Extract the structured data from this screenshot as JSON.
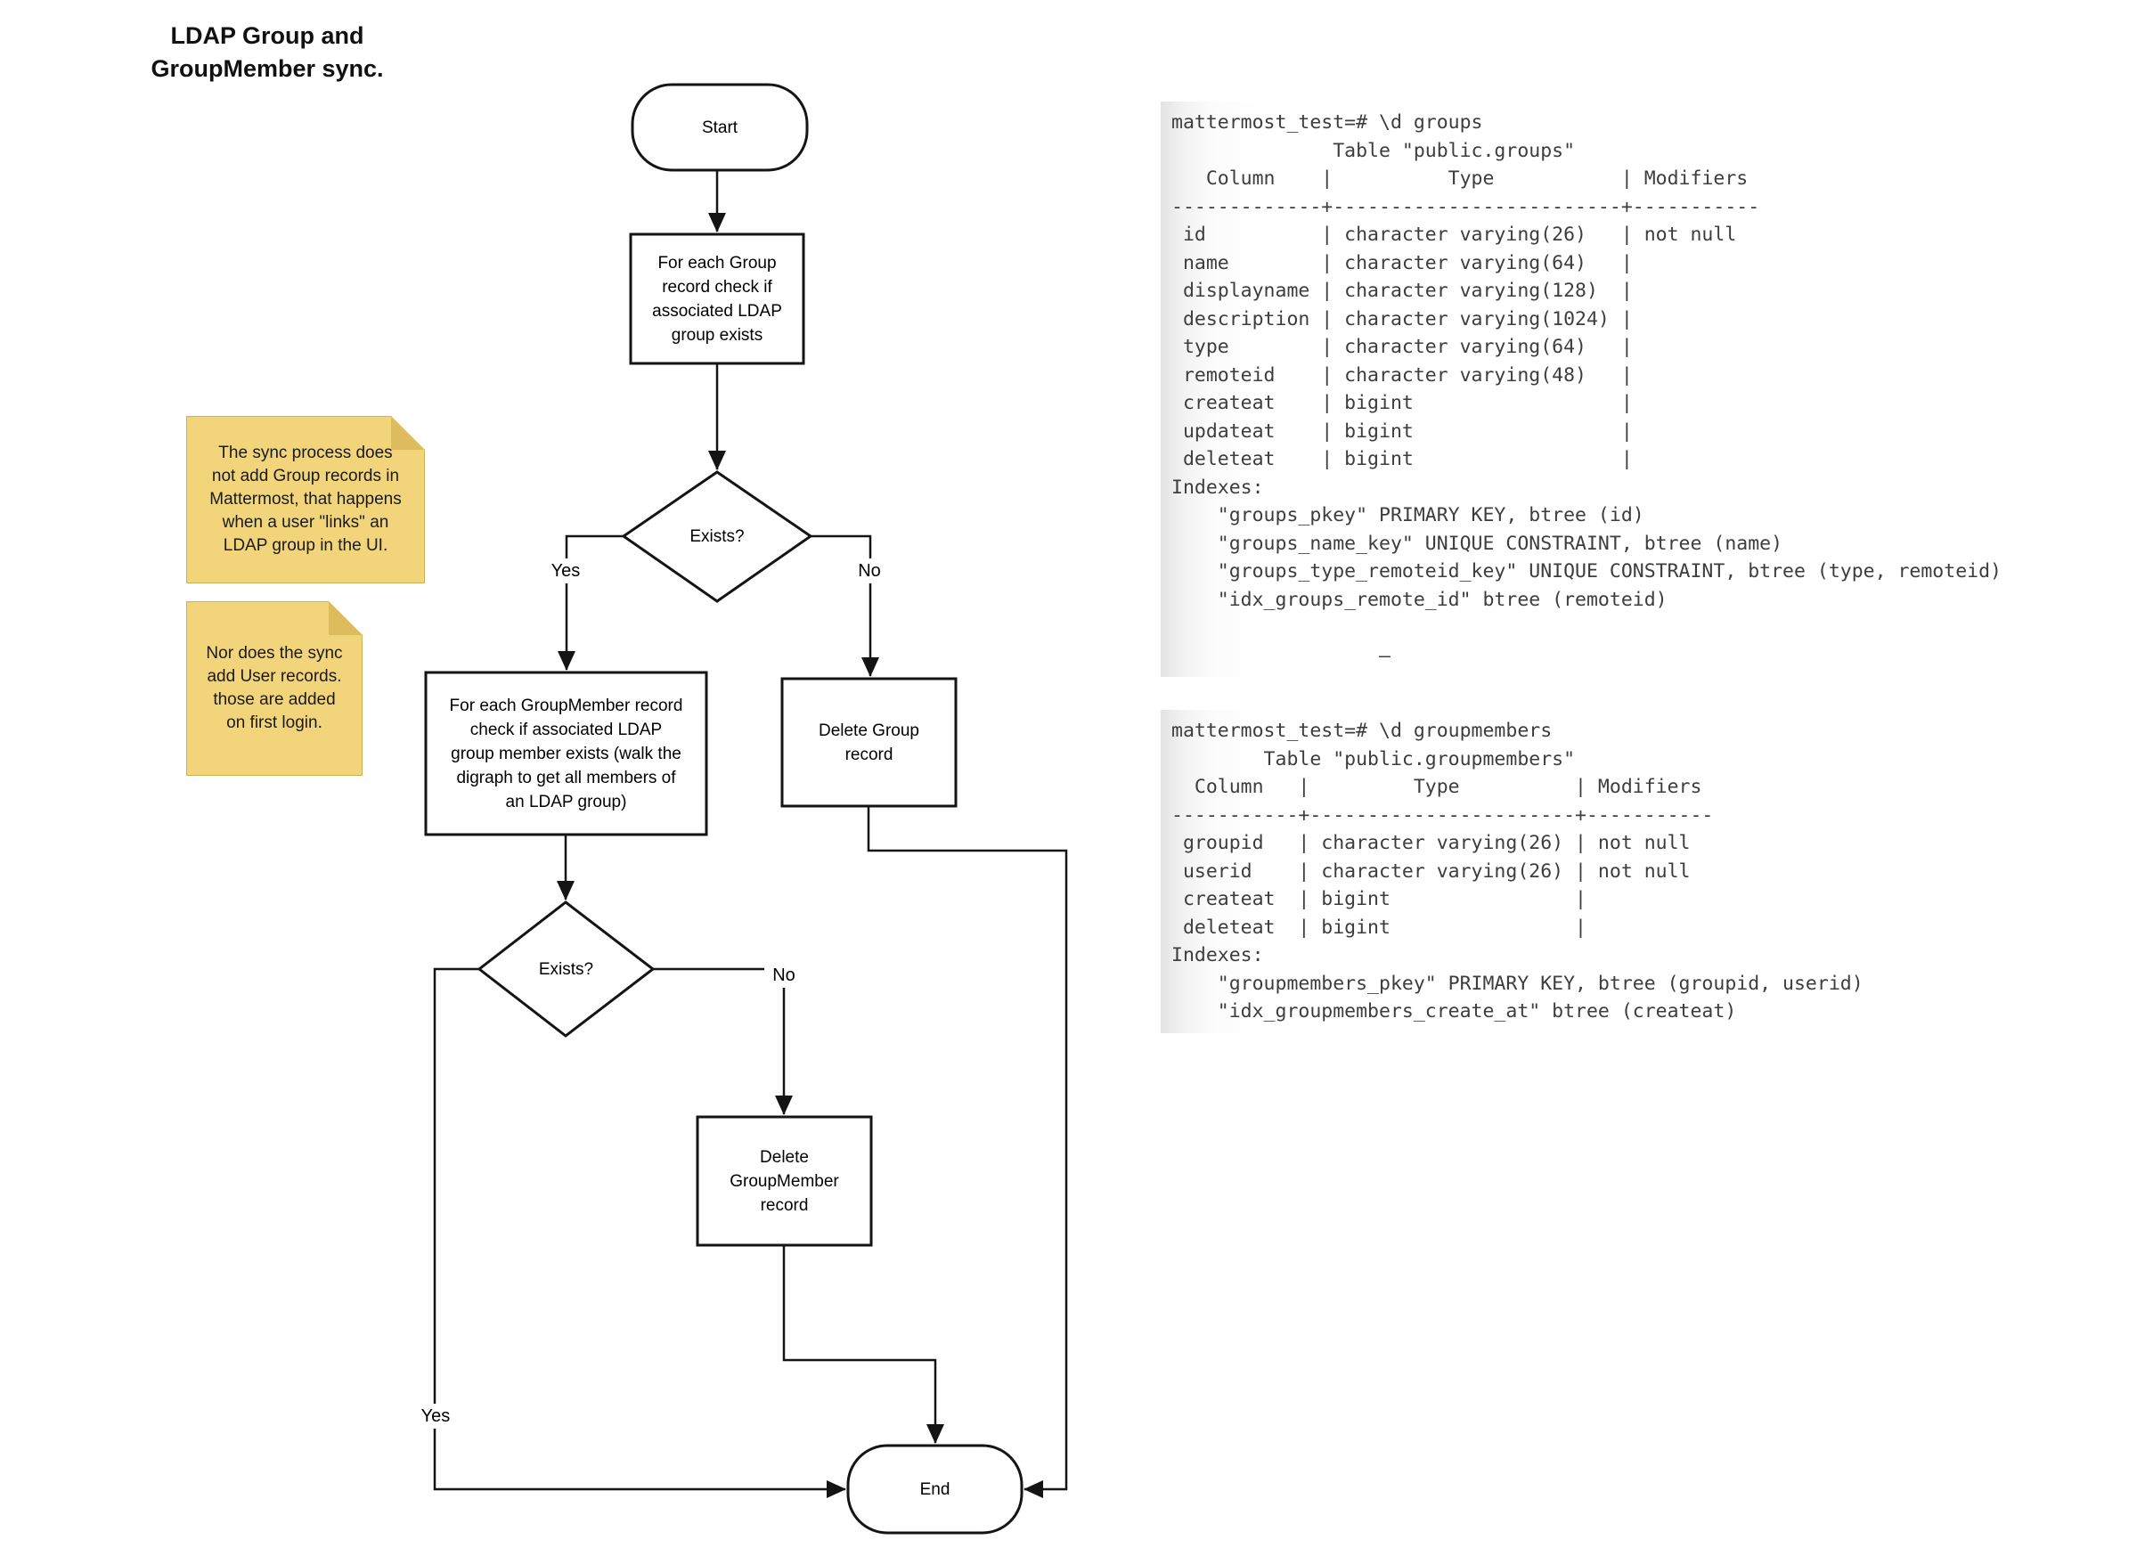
{
  "title": "LDAP Group and\nGroupMember sync.",
  "flowchart": {
    "start_label": "Start",
    "box_check_group": "For each Group\nrecord check if\nassociated LDAP\ngroup exists",
    "diamond1_label": "Exists?",
    "box_check_groupmember": "For each GroupMember record\ncheck if associated LDAP\ngroup member exists (walk the\ndigraph to get all members of\nan LDAP group)",
    "box_delete_group": "Delete Group\nrecord",
    "diamond2_label": "Exists?",
    "box_delete_groupmember": "Delete\nGroupMember\nrecord",
    "end_label": "End",
    "edge_labels": {
      "yes1": "Yes",
      "no1": "No",
      "no2": "No",
      "yes2": "Yes"
    }
  },
  "notes": {
    "note1": "The sync process does\nnot add Group records in\nMattermost, that happens\nwhen a user \"links\" an\nLDAP group in the UI.",
    "note2": "Nor does the sync\nadd User records.\nthose are added\non first login."
  },
  "terminals": {
    "groups": "mattermost_test=# \\d groups\n              Table \"public.groups\"\n   Column    |          Type           | Modifiers\n-------------+-------------------------+-----------\n id          | character varying(26)   | not null\n name        | character varying(64)   | \n displayname | character varying(128)  | \n description | character varying(1024) | \n type        | character varying(64)   | \n remoteid    | character varying(48)   | \n createat    | bigint                  | \n updateat    | bigint                  | \n deleteat    | bigint                  | \nIndexes:\n    \"groups_pkey\" PRIMARY KEY, btree (id)\n    \"groups_name_key\" UNIQUE CONSTRAINT, btree (name)\n    \"groups_type_remoteid_key\" UNIQUE CONSTRAINT, btree (type, remoteid)\n    \"idx_groups_remote_id\" btree (remoteid)\n\n                  –",
    "groupmembers": "mattermost_test=# \\d groupmembers\n        Table \"public.groupmembers\"\n  Column   |         Type          | Modifiers\n-----------+-----------------------+-----------\n groupid   | character varying(26) | not null\n userid    | character varying(26) | not null\n createat  | bigint                | \n deleteat  | bigint                | \nIndexes:\n    \"groupmembers_pkey\" PRIMARY KEY, btree (groupid, userid)\n    \"idx_groupmembers_create_at\" btree (createat)"
  },
  "colors": {
    "note_fill": "#F2D57B",
    "note_fold": "#DDBC5E",
    "line": "#141414",
    "terminal_text": "#3D3D3D",
    "background": "#FFFFFF"
  }
}
